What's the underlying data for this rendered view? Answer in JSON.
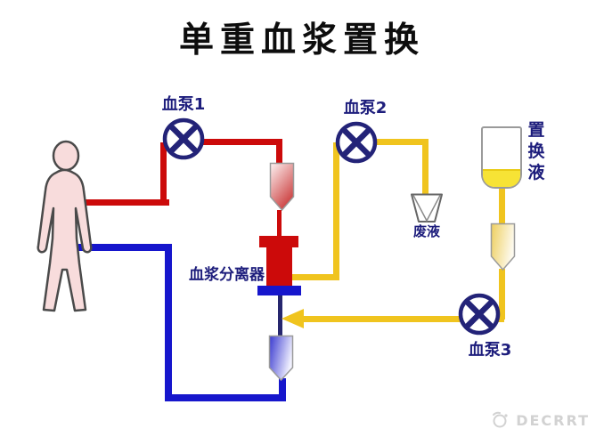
{
  "title": "单重血浆置换",
  "labels": {
    "pump1": "血泵1",
    "pump2": "血泵2",
    "pump3": "血泵3",
    "separator": "血浆分离器",
    "waste": "废液",
    "replacement_fluid": "置换液"
  },
  "watermark": {
    "text": "DECRRT"
  },
  "colors": {
    "blood-red": "#cc0a0a",
    "venous-blue": "#1616cc",
    "plasma-yellow": "#f0c41e",
    "pump-navy": "#232378",
    "label-navy": "#1d1d7c",
    "skin-pink": "#f8dcdc",
    "outline-gray": "#4a4a4a",
    "watermark-gray": "#d2d2d2"
  }
}
